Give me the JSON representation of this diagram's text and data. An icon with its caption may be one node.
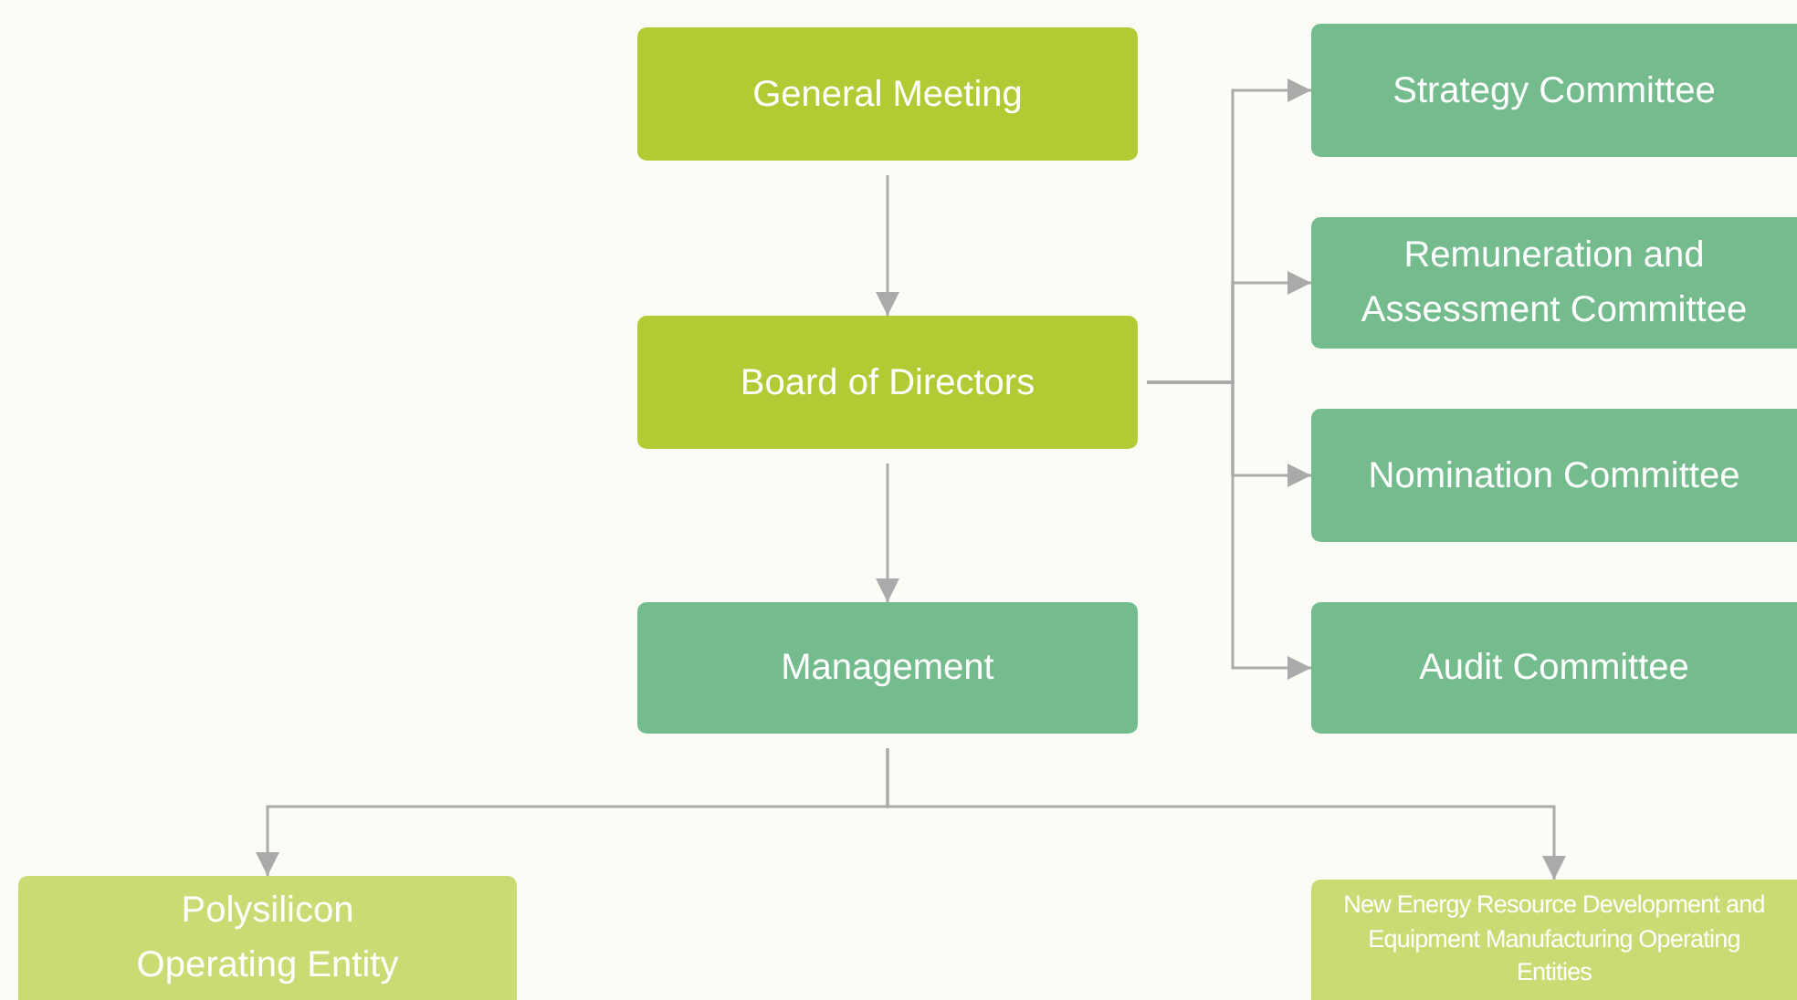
{
  "diagram": {
    "nodes": [
      {
        "text": [
          "General Meeting"
        ]
      },
      {
        "text": [
          "Board of Directors"
        ]
      },
      {
        "text": [
          "Management"
        ]
      },
      {
        "text": [
          "Strategy Committee"
        ]
      },
      {
        "text": [
          "Remuneration and Assessment Committee"
        ]
      },
      {
        "text": [
          "Nomination Committee"
        ]
      },
      {
        "text": [
          "Audit Committee"
        ]
      },
      {
        "text": [
          "Polysilicon Operating Entity"
        ]
      },
      {
        "text": [
          "New Energy Resource Development and Equipment Manufacturing Operating Entities"
        ]
      }
    ],
    "edges": [
      {
        "from": 0,
        "to": 1,
        "arrow": "to"
      },
      {
        "from": 1,
        "to": 2,
        "arrow": "to"
      },
      {
        "from": 1,
        "to": 3,
        "arrow": "to"
      },
      {
        "from": 1,
        "to": 4,
        "arrow": "to"
      },
      {
        "from": 1,
        "to": 5,
        "arrow": "to"
      },
      {
        "from": 1,
        "to": 6,
        "arrow": "to"
      },
      {
        "from": 2,
        "to": 7,
        "arrow": "to"
      },
      {
        "from": 2,
        "to": 8,
        "arrow": "to"
      }
    ]
  }
}
